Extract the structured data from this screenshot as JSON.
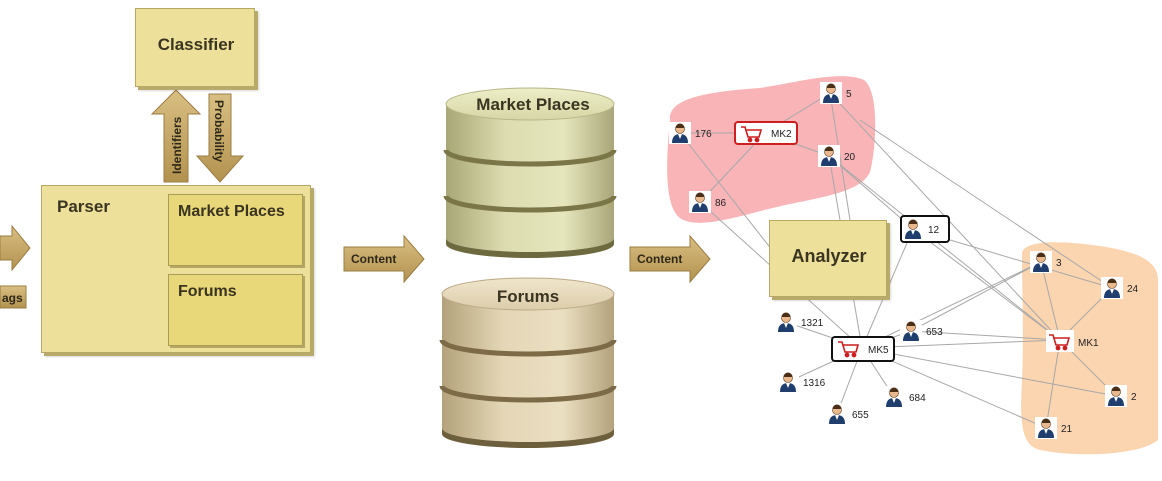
{
  "classifier": {
    "label": "Classifier"
  },
  "parser": {
    "label": "Parser",
    "market_places": "Market Places",
    "forums": "Forums"
  },
  "arrows": {
    "identifiers": "Identifiers",
    "probability": "Probability",
    "content_left": "Content",
    "content_right": "Content",
    "tags_partial": "ags"
  },
  "databases": {
    "market_places": "Market Places",
    "forums": "Forums"
  },
  "analyzer": {
    "label": "Analyzer"
  },
  "network": {
    "markets": [
      "MK2",
      "MK5",
      "MK1"
    ],
    "users": [
      "5",
      "176",
      "20",
      "86",
      "12",
      "3",
      "24",
      "1321",
      "653",
      "1316",
      "684",
      "655",
      "2",
      "21"
    ]
  },
  "colors": {
    "box_fill": "#ede09a",
    "arrow_fill": "#c2a463",
    "cluster_red": "#f8b4b7",
    "cluster_orange": "#fbd4b0",
    "market_red": "#cc1f1f"
  }
}
